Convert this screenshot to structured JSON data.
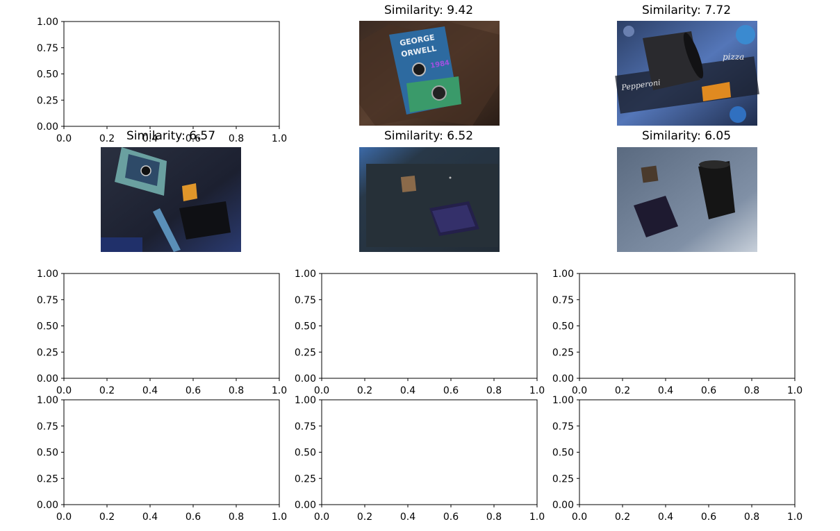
{
  "figure": {
    "empty_axes": {
      "ticks": [
        "0.00",
        "0.25",
        "0.50",
        "0.75",
        "1.00"
      ],
      "xticks": [
        "0.0",
        "0.2",
        "0.4",
        "0.6",
        "0.8",
        "1.0"
      ]
    },
    "images": [
      {
        "title": "Similarity: 9.42",
        "content": "book-george-orwell-1984-on-dark-fabric"
      },
      {
        "title": "Similarity: 7.72",
        "content": "black-tumbler-on-blue-printed-surface"
      },
      {
        "title": "Similarity: 6.57",
        "content": "book-and-tumbler-on-car-seat"
      },
      {
        "title": "Similarity: 6.52",
        "content": "wallet-and-small-box-on-dark-table"
      },
      {
        "title": "Similarity: 6.05",
        "content": "tumbler-wallet-box-on-grey-wood"
      }
    ]
  },
  "chart_data": [
    {
      "type": "image",
      "title": "Similarity: 9.42",
      "value": 9.42
    },
    {
      "type": "image",
      "title": "Similarity: 7.72",
      "value": 7.72
    },
    {
      "type": "image",
      "title": "Similarity: 6.57",
      "value": 6.57
    },
    {
      "type": "image",
      "title": "Similarity: 6.52",
      "value": 6.52
    },
    {
      "type": "image",
      "title": "Similarity: 6.05",
      "value": 6.05
    },
    {
      "type": "empty-axes",
      "xlim": [
        0,
        1
      ],
      "ylim": [
        0,
        1
      ]
    }
  ]
}
